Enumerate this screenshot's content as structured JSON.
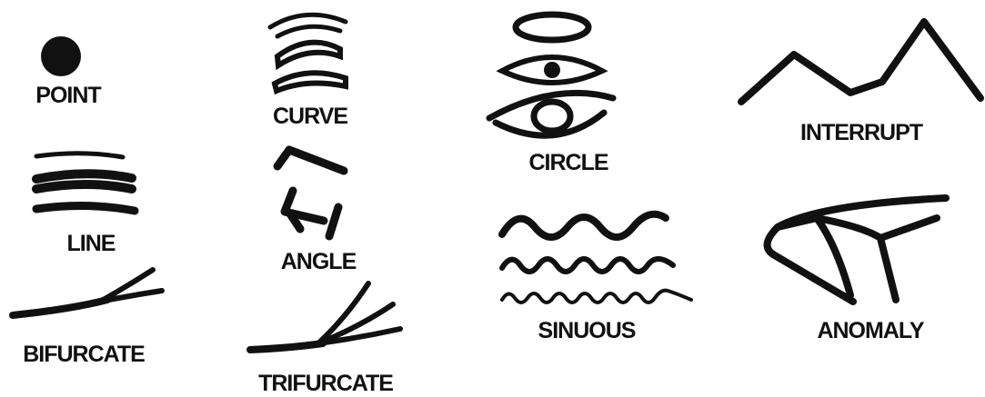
{
  "labels": {
    "point": "POINT",
    "curve": "CURVE",
    "circle": "CIRCLE",
    "interrupt": "INTERRUPT",
    "line": "LINE",
    "angle": "ANGLE",
    "sinuous": "SINUOUS",
    "anomaly": "ANOMALY",
    "bifurcate": "BIFURCATE",
    "trifurcate": "TRIFURCATE"
  },
  "colors": {
    "ink": "#111111",
    "background": "#ffffff"
  }
}
